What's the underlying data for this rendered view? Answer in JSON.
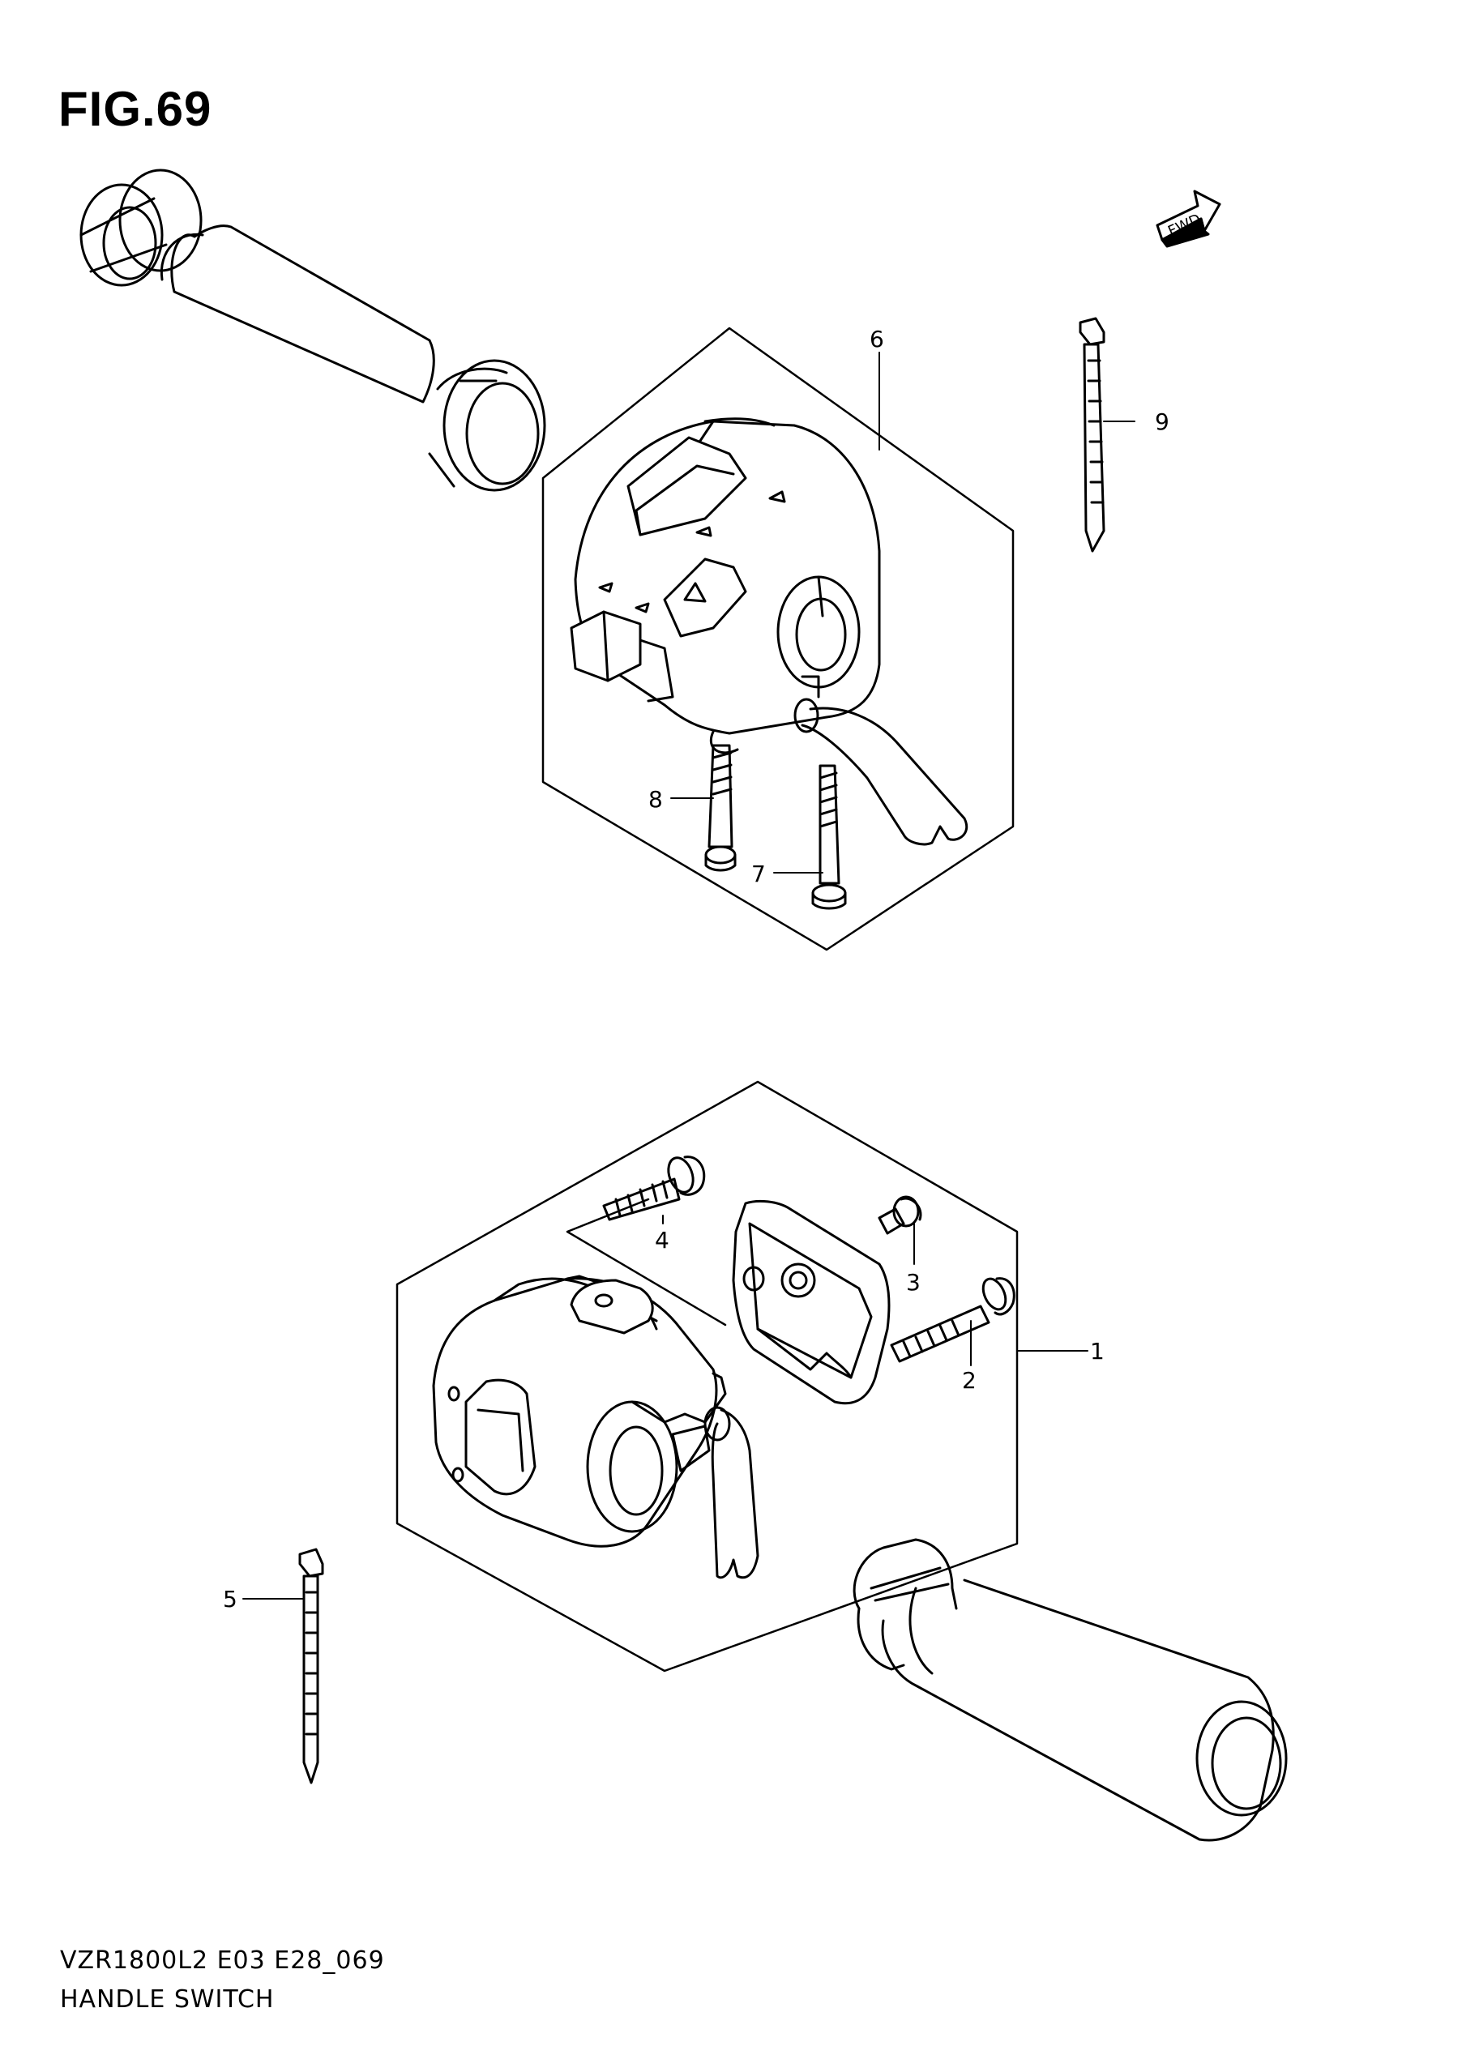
{
  "figure": {
    "title": "FIG.69",
    "fwd_label": "FWD"
  },
  "callouts": [
    "1",
    "2",
    "3",
    "4",
    "5",
    "6",
    "7",
    "8",
    "9"
  ],
  "footer": {
    "model_code": "VZR1800L2 E03 E28_069",
    "section_name": "HANDLE SWITCH"
  }
}
